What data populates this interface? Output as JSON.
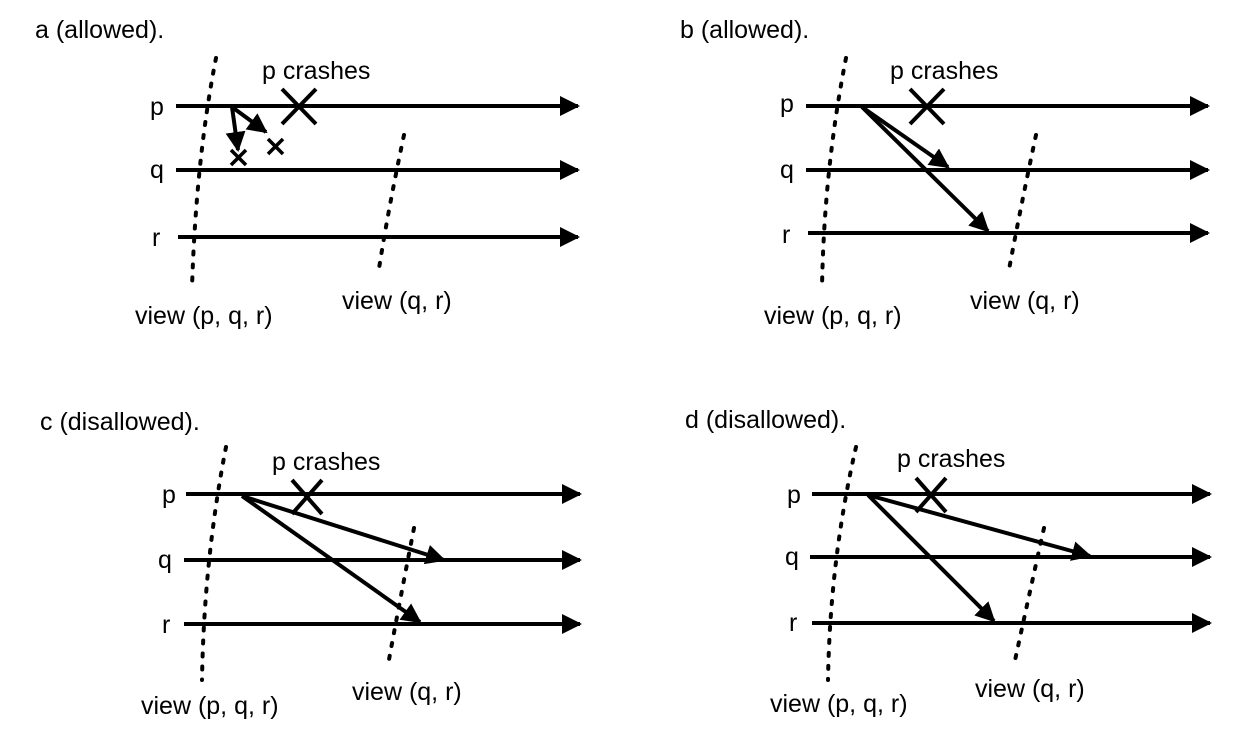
{
  "panels": {
    "a": {
      "title": "a (allowed).",
      "crash_label": "p crashes",
      "processes": [
        "p",
        "q",
        "r"
      ],
      "view1": "view (p, q, r)",
      "view2": "view (q, r)"
    },
    "b": {
      "title": "b (allowed).",
      "crash_label": "p crashes",
      "processes": [
        "p",
        "q",
        "r"
      ],
      "view1": "view (p, q, r)",
      "view2": "view (q, r)"
    },
    "c": {
      "title": "c (disallowed).",
      "crash_label": "p crashes",
      "processes": [
        "p",
        "q",
        "r"
      ],
      "view1": "view (p, q, r)",
      "view2": "view (q, r)"
    },
    "d": {
      "title": "d (disallowed).",
      "crash_label": "p crashes",
      "processes": [
        "p",
        "q",
        "r"
      ],
      "view1": "view (p, q, r)",
      "view2": "view (q, r)"
    }
  }
}
